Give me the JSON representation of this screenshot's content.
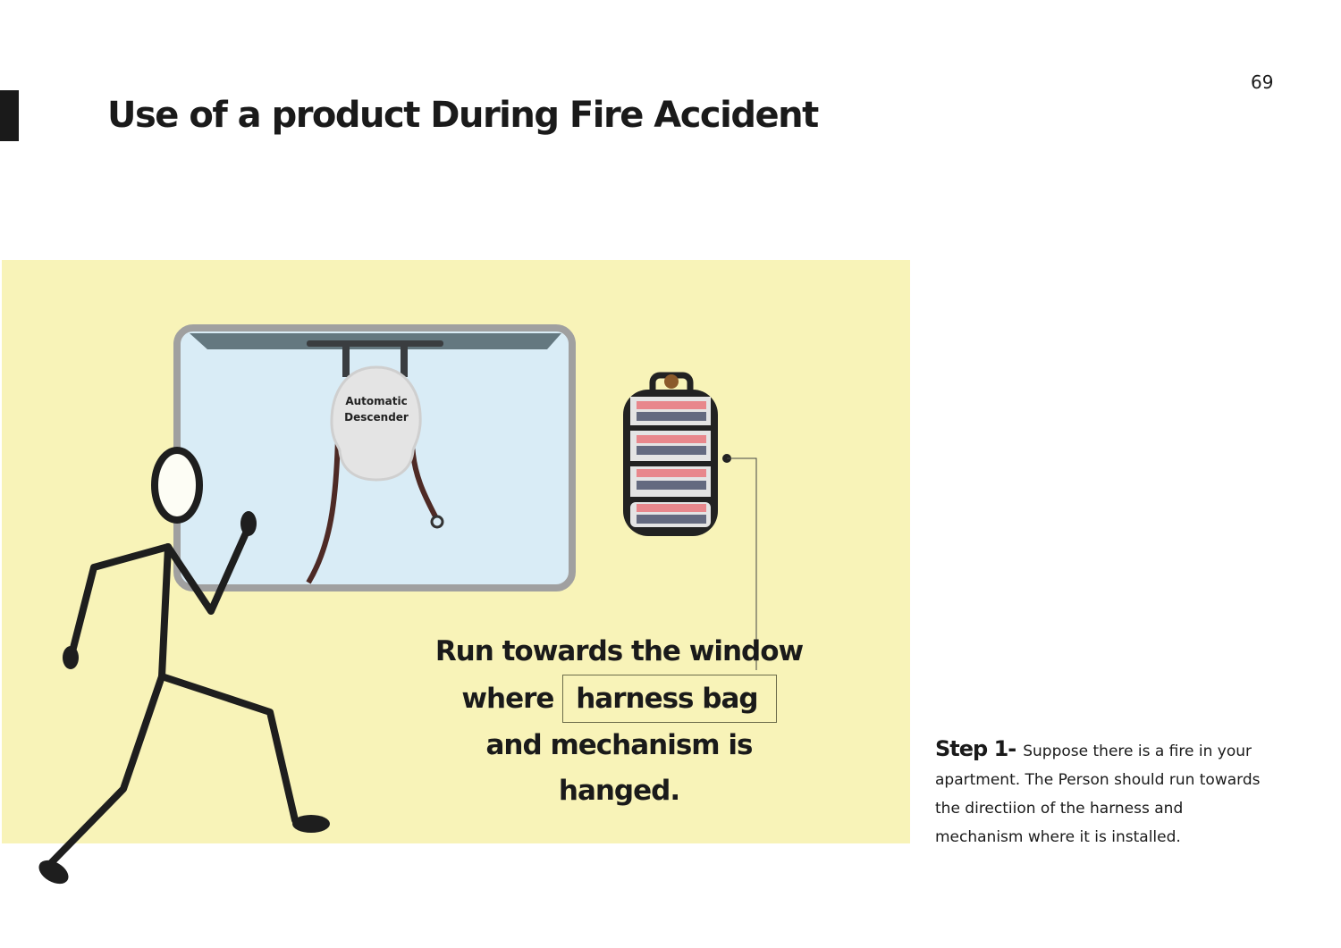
{
  "page": {
    "title": "Use of a product During Fire Accident",
    "page_number": "69"
  },
  "illustration": {
    "descender_label_line1": "Automatic",
    "descender_label_line2": "Descender",
    "caption_line1": "Run towards the window",
    "caption_where": "where",
    "caption_highlight": "harness bag",
    "caption_line3": "and mechanism is",
    "caption_line4": "hanged."
  },
  "step": {
    "label": "Step 1-",
    "text": "Suppose there is a fire in your apartment. The Person should run towards the directiion of the harness and mechanism  where it is installed."
  },
  "colors": {
    "panel": "#f8f3b8",
    "window_glass": "#d9ecf6",
    "bag_pink": "#e8878c",
    "bag_slate": "#646a80"
  }
}
